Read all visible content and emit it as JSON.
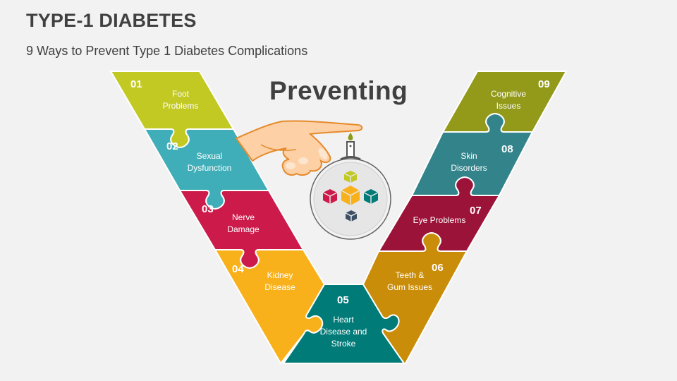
{
  "header": {
    "title": "TYPE-1 DIABETES",
    "subtitle": "9 Ways to Prevent Type 1 Diabetes Complications"
  },
  "center": {
    "title": "Preventing",
    "illustration": "hand-glucose-meter-icon"
  },
  "colors": {
    "piece_01": "#c2c923",
    "piece_02": "#40aeb8",
    "piece_03": "#cc1b4b",
    "piece_04": "#f8b11b",
    "piece_05": "#007b78",
    "piece_06": "#c98d09",
    "piece_07": "#9b1338",
    "piece_08": "#33838a",
    "piece_09": "#939a1a",
    "text_dark": "#404040"
  },
  "pieces": [
    {
      "number": "01",
      "label": "Foot\nProblems"
    },
    {
      "number": "02",
      "label": "Sexual\nDysfunction"
    },
    {
      "number": "03",
      "label": "Nerve\nDamage"
    },
    {
      "number": "04",
      "label": "Kidney\nDisease"
    },
    {
      "number": "05",
      "label": "Heart\nDisease and\nStroke"
    },
    {
      "number": "06",
      "label": "Teeth &\nGum Issues"
    },
    {
      "number": "07",
      "label": "Eye Problems"
    },
    {
      "number": "08",
      "label": "Skin\nDisorders"
    },
    {
      "number": "09",
      "label": "Cognitive\nIssues"
    }
  ]
}
